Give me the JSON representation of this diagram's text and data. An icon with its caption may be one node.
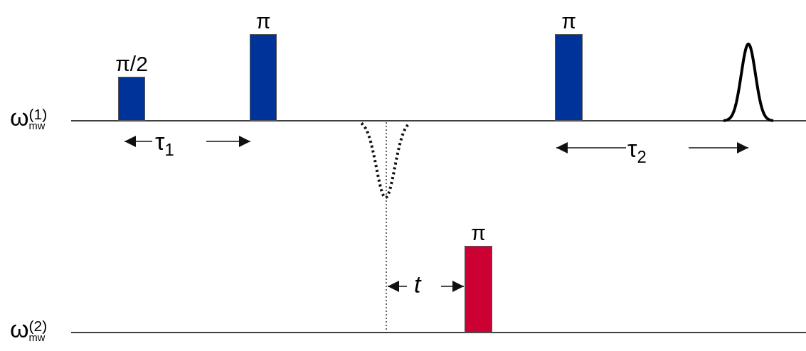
{
  "diagram": {
    "nodes": [
      {
        "text": [
          "π/2"
        ]
      },
      {
        "text": [
          "π"
        ]
      },
      {
        "text": [
          "π"
        ]
      },
      {
        "text": [
          "π"
        ]
      }
    ],
    "labels": [
      "ω$^{(1)}$$_{mw}$",
      "τ$_{1}$",
      "τ$_{2}$",
      "*t*",
      "ω$^{(2)}$$_{mw}$"
    ]
  }
}
